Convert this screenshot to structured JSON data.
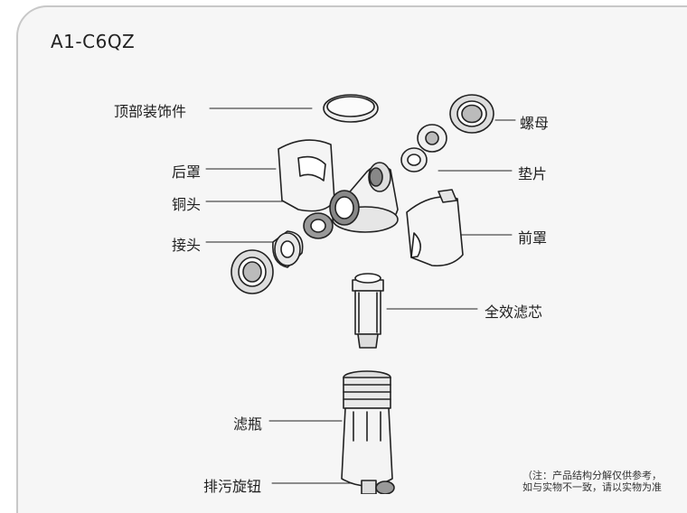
{
  "model": "A1-C6QZ",
  "labels": {
    "top_cover": "顶部装饰件",
    "nut": "螺母",
    "rear_cover": "后罩",
    "gasket": "垫片",
    "copper_head": "铜头",
    "connector": "接头",
    "front_cover": "前罩",
    "filter_core": "全效滤芯",
    "filter_bottle": "滤瓶",
    "drain_knob": "排污旋钮"
  },
  "note": {
    "line1": "（注：产品结构分解仅供参考，",
    "line2": "如与实物不一致，请以实物为准"
  }
}
